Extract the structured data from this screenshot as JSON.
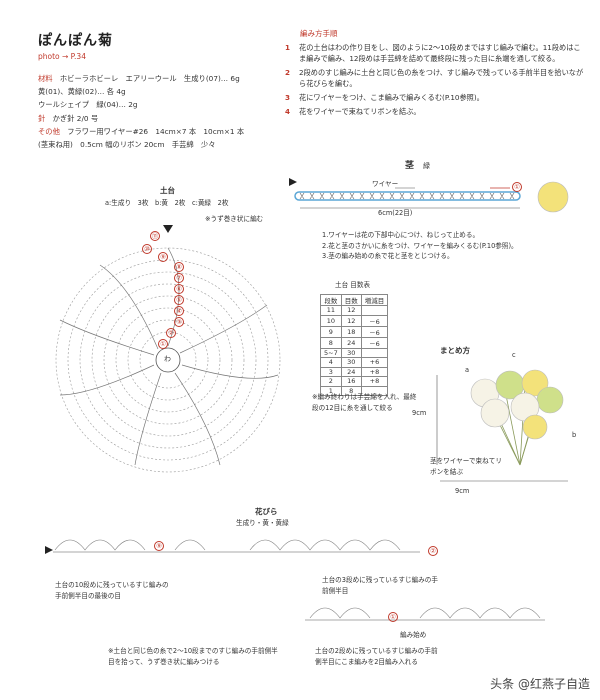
{
  "header": {
    "title": "ぽんぽん菊",
    "photo_ref": "photo → P.34"
  },
  "materials": {
    "label_material": "材料",
    "line1": "ホビーラホビーレ　エアリーウール　生成り(07)… 6g",
    "line2": "黄(01)、黄緑(02)… 各 4g",
    "line3": "ウールシェイプ　緑(04)… 2g",
    "label_needle": "針",
    "needle": "かぎ針 2/0 号",
    "label_other": "その他",
    "other1": "フラワー用ワイヤー#26　14cm×7 本　10cm×1 本",
    "other2": "(茎束ね用)　0.5cm 幅のリボン 20cm　手芸綿　少々"
  },
  "instructions": {
    "title": "編み方手順",
    "steps": [
      {
        "num": "1",
        "text": "花の土台はわの作り目をし、図のように2～10段めまではすじ編みで編む。11段めはこま編みで編み、12段めは手芸綿を詰めて最終段に残った目に糸端を通して絞る。"
      },
      {
        "num": "2",
        "text": "2段めのすじ編みに土台と同じ色の糸をつけ、すじ編みで残っている手前半目を拾いながら花びらを編む。"
      },
      {
        "num": "3",
        "text": "花にワイヤーをつけ、こま編みで編みくるむ(P.10参照)。"
      },
      {
        "num": "4",
        "text": "花をワイヤーで束ねてリボンを結ぶ。"
      }
    ]
  },
  "stem": {
    "title": "茎",
    "color": "緑",
    "wire_label": "ワイヤー",
    "marker": "①",
    "length": "6cm(22目)",
    "notes": [
      "1.ワイヤーは花の下部中心につけ、ねじって止める。",
      "2.花と茎のさかいに糸をつけ、ワイヤーを編みくるむ(P.10参照)。",
      "3.茎の編み始めの糸で花と茎をとじつける。"
    ]
  },
  "base": {
    "title": "土台",
    "colors": "a:生成り　3枚　b:黄　2枚　c:黄緑　2枚",
    "spiral_note": "※うず巻き状に編む",
    "center_label": "わ",
    "row_marks": [
      "⑪",
      "⑩",
      "⑨",
      "⑧",
      "⑦",
      "⑥",
      "⑤",
      "④",
      "③",
      "②",
      "①"
    ]
  },
  "count_table": {
    "title": "土台 目数表",
    "headers": [
      "段数",
      "目数",
      "増減目"
    ],
    "rows": [
      [
        "11",
        "12",
        ""
      ],
      [
        "10",
        "12",
        "－6"
      ],
      [
        "9",
        "18",
        "－6"
      ],
      [
        "8",
        "24",
        "－6"
      ],
      [
        "5~7",
        "30",
        ""
      ],
      [
        "4",
        "30",
        "+6"
      ],
      [
        "3",
        "24",
        "+8"
      ],
      [
        "2",
        "16",
        "+8"
      ],
      [
        "1",
        "8",
        ""
      ]
    ],
    "note": "※編み終わりは手芸綿を入れ、最終段の12目に糸を通して絞る"
  },
  "assembly": {
    "title": "まとめ方",
    "height": "9cm",
    "width": "9cm",
    "tie_note": "茎をワイヤーで束ねてリボンを結ぶ",
    "labels": [
      "a",
      "b",
      "c"
    ]
  },
  "petals": {
    "title": "花びら",
    "subtitle": "生成り・黄・黄緑",
    "marker9": "⑨",
    "marker2": "②",
    "marker1": "①",
    "note_row10": "土台の10段めに残っているすじ編みの手前側半目の最後の目",
    "note_row3": "土台の3段めに残っているすじ編みの手前側半目",
    "start_label": "編み始め",
    "note_row2": "土台の2段めに残っているすじ編みの手前側半目にこま編みを2目編み入れる",
    "bottom_note": "※土台と同じ色の糸で2～10段までのすじ編みの手前側半目を拾って、うず巻き状に編みつける"
  },
  "watermark": "头条 @红燕子自造",
  "colors": {
    "accent_red": "#c0392b",
    "wire_blue": "#5aa6d6",
    "flower_yellow": "#f3e27a",
    "flower_green": "#cfe08a",
    "flower_cream": "#f6f3e6"
  }
}
